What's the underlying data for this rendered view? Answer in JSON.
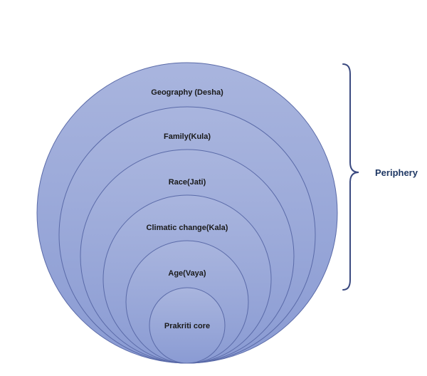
{
  "diagram": {
    "rings": [
      {
        "label": "Geography (Desha)"
      },
      {
        "label": "Family(Kula)"
      },
      {
        "label": "Race(Jati)"
      },
      {
        "label": "Climatic change(Kala)"
      },
      {
        "label": "Age(Vaya)"
      },
      {
        "label": "Prakriti core"
      }
    ],
    "periphery_label": "Periphery",
    "colors": {
      "circle_fill_top": "#a9b5de",
      "circle_fill_bottom": "#8a9bd3",
      "circle_stroke": "#5a6aa8",
      "brace": "#3b4a80",
      "periphery_text": "#1f3864"
    }
  }
}
